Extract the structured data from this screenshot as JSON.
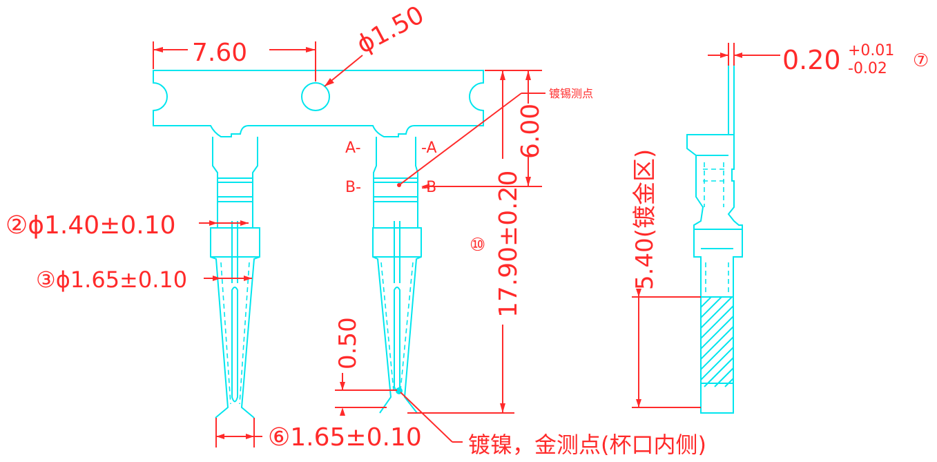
{
  "colors": {
    "part_outline": "#00e5ee",
    "dimension": "#ff2a2a",
    "background": "#ffffff"
  },
  "dimensions": {
    "pitch": "7.60",
    "hole_dia": "ϕ1.50",
    "tab_height": "6.00",
    "overall_length": "17.90±0.20",
    "overall_length_mark": "⑩",
    "dia_140": "②ϕ1.40±0.10",
    "dia_165": "③ϕ1.65±0.10",
    "tip_width": "⑥1.65±0.10",
    "tip_gap": "0.50",
    "thickness_base": "0.20",
    "thickness_plus": "+0.01",
    "thickness_minus": "-0.02",
    "thickness_mark": "⑦",
    "gold_zone": "5.40(镀金区)"
  },
  "labels": {
    "section_a_left": "A-",
    "section_a_right": "-A",
    "section_b_left": "B-",
    "section_b_right": "-B",
    "tin_point": "镀锡测点",
    "nickel_gold_point": "镀镍，金测点(杯口内侧)"
  }
}
